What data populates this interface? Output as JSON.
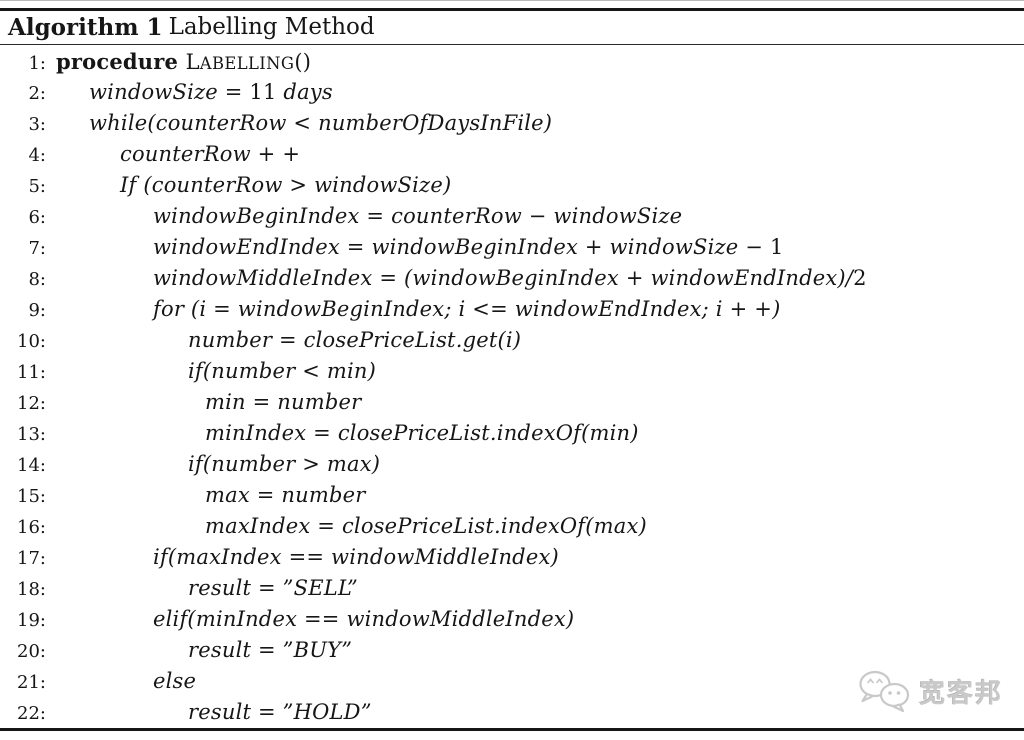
{
  "title": {
    "segments": [
      {
        "t": "Algorithm 1",
        "c": "bf"
      },
      {
        "t": "Labelling Method",
        "c": "rm"
      }
    ]
  },
  "algorithm": {
    "lines": [
      {
        "num": "1:",
        "indent": 0,
        "segments": [
          {
            "t": "procedure ",
            "c": "kw"
          },
          {
            "t": "Labelling",
            "c": "sc"
          },
          {
            "t": "()",
            "c": "rm"
          }
        ]
      },
      {
        "num": "2:",
        "indent": 1,
        "text": "windowSize = 11 days"
      },
      {
        "num": "3:",
        "indent": 1,
        "text": "while(counterRow < numberOfDaysInFile)"
      },
      {
        "num": "4:",
        "indent": 2,
        "text": "counterRow + +"
      },
      {
        "num": "5:",
        "indent": 2,
        "text": "If (counterRow > windowSize)"
      },
      {
        "num": "6:",
        "indent": 3,
        "text": "windowBeginIndex = counterRow − windowSize"
      },
      {
        "num": "7:",
        "indent": 3,
        "text": "windowEndIndex = windowBeginIndex + windowSize − 1"
      },
      {
        "num": "8:",
        "indent": 3,
        "text": "windowMiddleIndex = (windowBeginIndex + windowEndIndex)/2"
      },
      {
        "num": "9:",
        "indent": 3,
        "text": "for (i = windowBeginIndex; i <= windowEndIndex; i + +)"
      },
      {
        "num": "10:",
        "indent": 4,
        "text": "number = closePriceList.get(i)"
      },
      {
        "num": "11:",
        "indent": 4,
        "text": "if(number < min)"
      },
      {
        "num": "12:",
        "indent": 5,
        "text": "min = number"
      },
      {
        "num": "13:",
        "indent": 5,
        "text": "minIndex = closePriceList.indexOf(min)"
      },
      {
        "num": "14:",
        "indent": 4,
        "text": "if(number > max)"
      },
      {
        "num": "15:",
        "indent": 5,
        "text": "max = number"
      },
      {
        "num": "16:",
        "indent": 5,
        "text": "maxIndex = closePriceList.indexOf(max)"
      },
      {
        "num": "17:",
        "indent": 3,
        "text": "if(maxIndex == windowMiddleIndex)"
      },
      {
        "num": "18:",
        "indent": 4,
        "text": "result = ”SELL”"
      },
      {
        "num": "19:",
        "indent": 3,
        "text": "elif(minIndex == windowMiddleIndex)"
      },
      {
        "num": "20:",
        "indent": 4,
        "text": "result = ”BUY”"
      },
      {
        "num": "21:",
        "indent": 3,
        "text": "else"
      },
      {
        "num": "22:",
        "indent": 4,
        "text": "result = ”HOLD”"
      }
    ]
  },
  "watermark": {
    "text": "宽客邦",
    "icon": "wechat-chat-bubbles-icon"
  },
  "colors": {
    "text": "#161616",
    "rule": "#161616",
    "watermark_gray": "#c9c9c9"
  }
}
